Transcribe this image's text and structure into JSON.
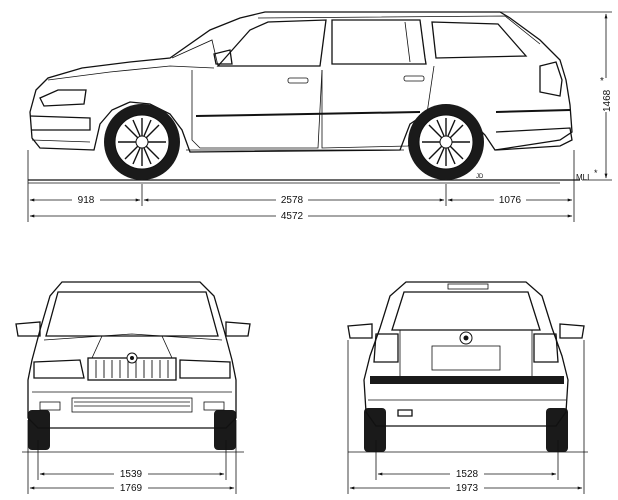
{
  "side_view": {
    "front_overhang": "918",
    "wheelbase": "2578",
    "rear_overhang": "1076",
    "overall_length": "4572",
    "height": "1468",
    "height_mark": "*",
    "ground_label": "MLI",
    "ground_mark": "*",
    "artist_mark": "JD"
  },
  "front_view": {
    "track": "1539",
    "width": "1769"
  },
  "rear_view": {
    "track": "1528",
    "width_mirrors": "1973"
  },
  "colors": {
    "ink": "#111111",
    "glass": "#ffffff",
    "tire": "#1a1a1a",
    "shade": "#9a9a9a"
  },
  "icons": {
    "badge": "skoda-logo-icon",
    "wheel": "alloy-wheel-icon"
  }
}
